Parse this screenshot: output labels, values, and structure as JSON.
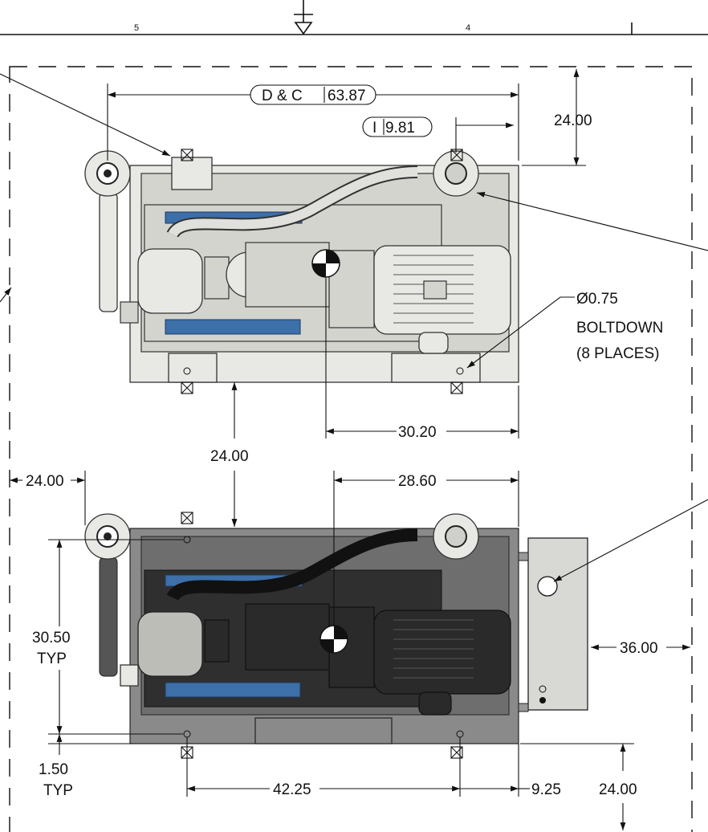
{
  "header": {
    "zone_left": "5",
    "zone_right": "4"
  },
  "top_view": {
    "dim_d_c_label": "D & C",
    "dim_d_c_value": "63.87",
    "dim_i_label": "I",
    "dim_i_value": "9.81",
    "dim_top_clearance": "24.00",
    "boltdown_dia": "Ø0.75",
    "boltdown_text": "BOLTDOWN",
    "boltdown_qty": "(8 PLACES)",
    "dim_center_to_edge": "30.20",
    "dim_between_views": "24.00"
  },
  "bottom_view": {
    "dim_left_clearance": "24.00",
    "dim_center_to_edge": "28.60",
    "dim_hole_spacing_y": "30.50",
    "dim_hole_spacing_y_note": "TYP",
    "dim_panel_clearance": "36.00",
    "dim_edge_offset": "1.50",
    "dim_edge_offset_note": "TYP",
    "dim_hole_spacing_x": "42.25",
    "dim_hole_to_edge": "9.25",
    "dim_bottom_clearance": "24.00"
  },
  "colors": {
    "line": "#111111",
    "part_light": "#e8e8e4",
    "part_dark": "#2a2a2a",
    "banner_blue": "#3d6fa8"
  }
}
